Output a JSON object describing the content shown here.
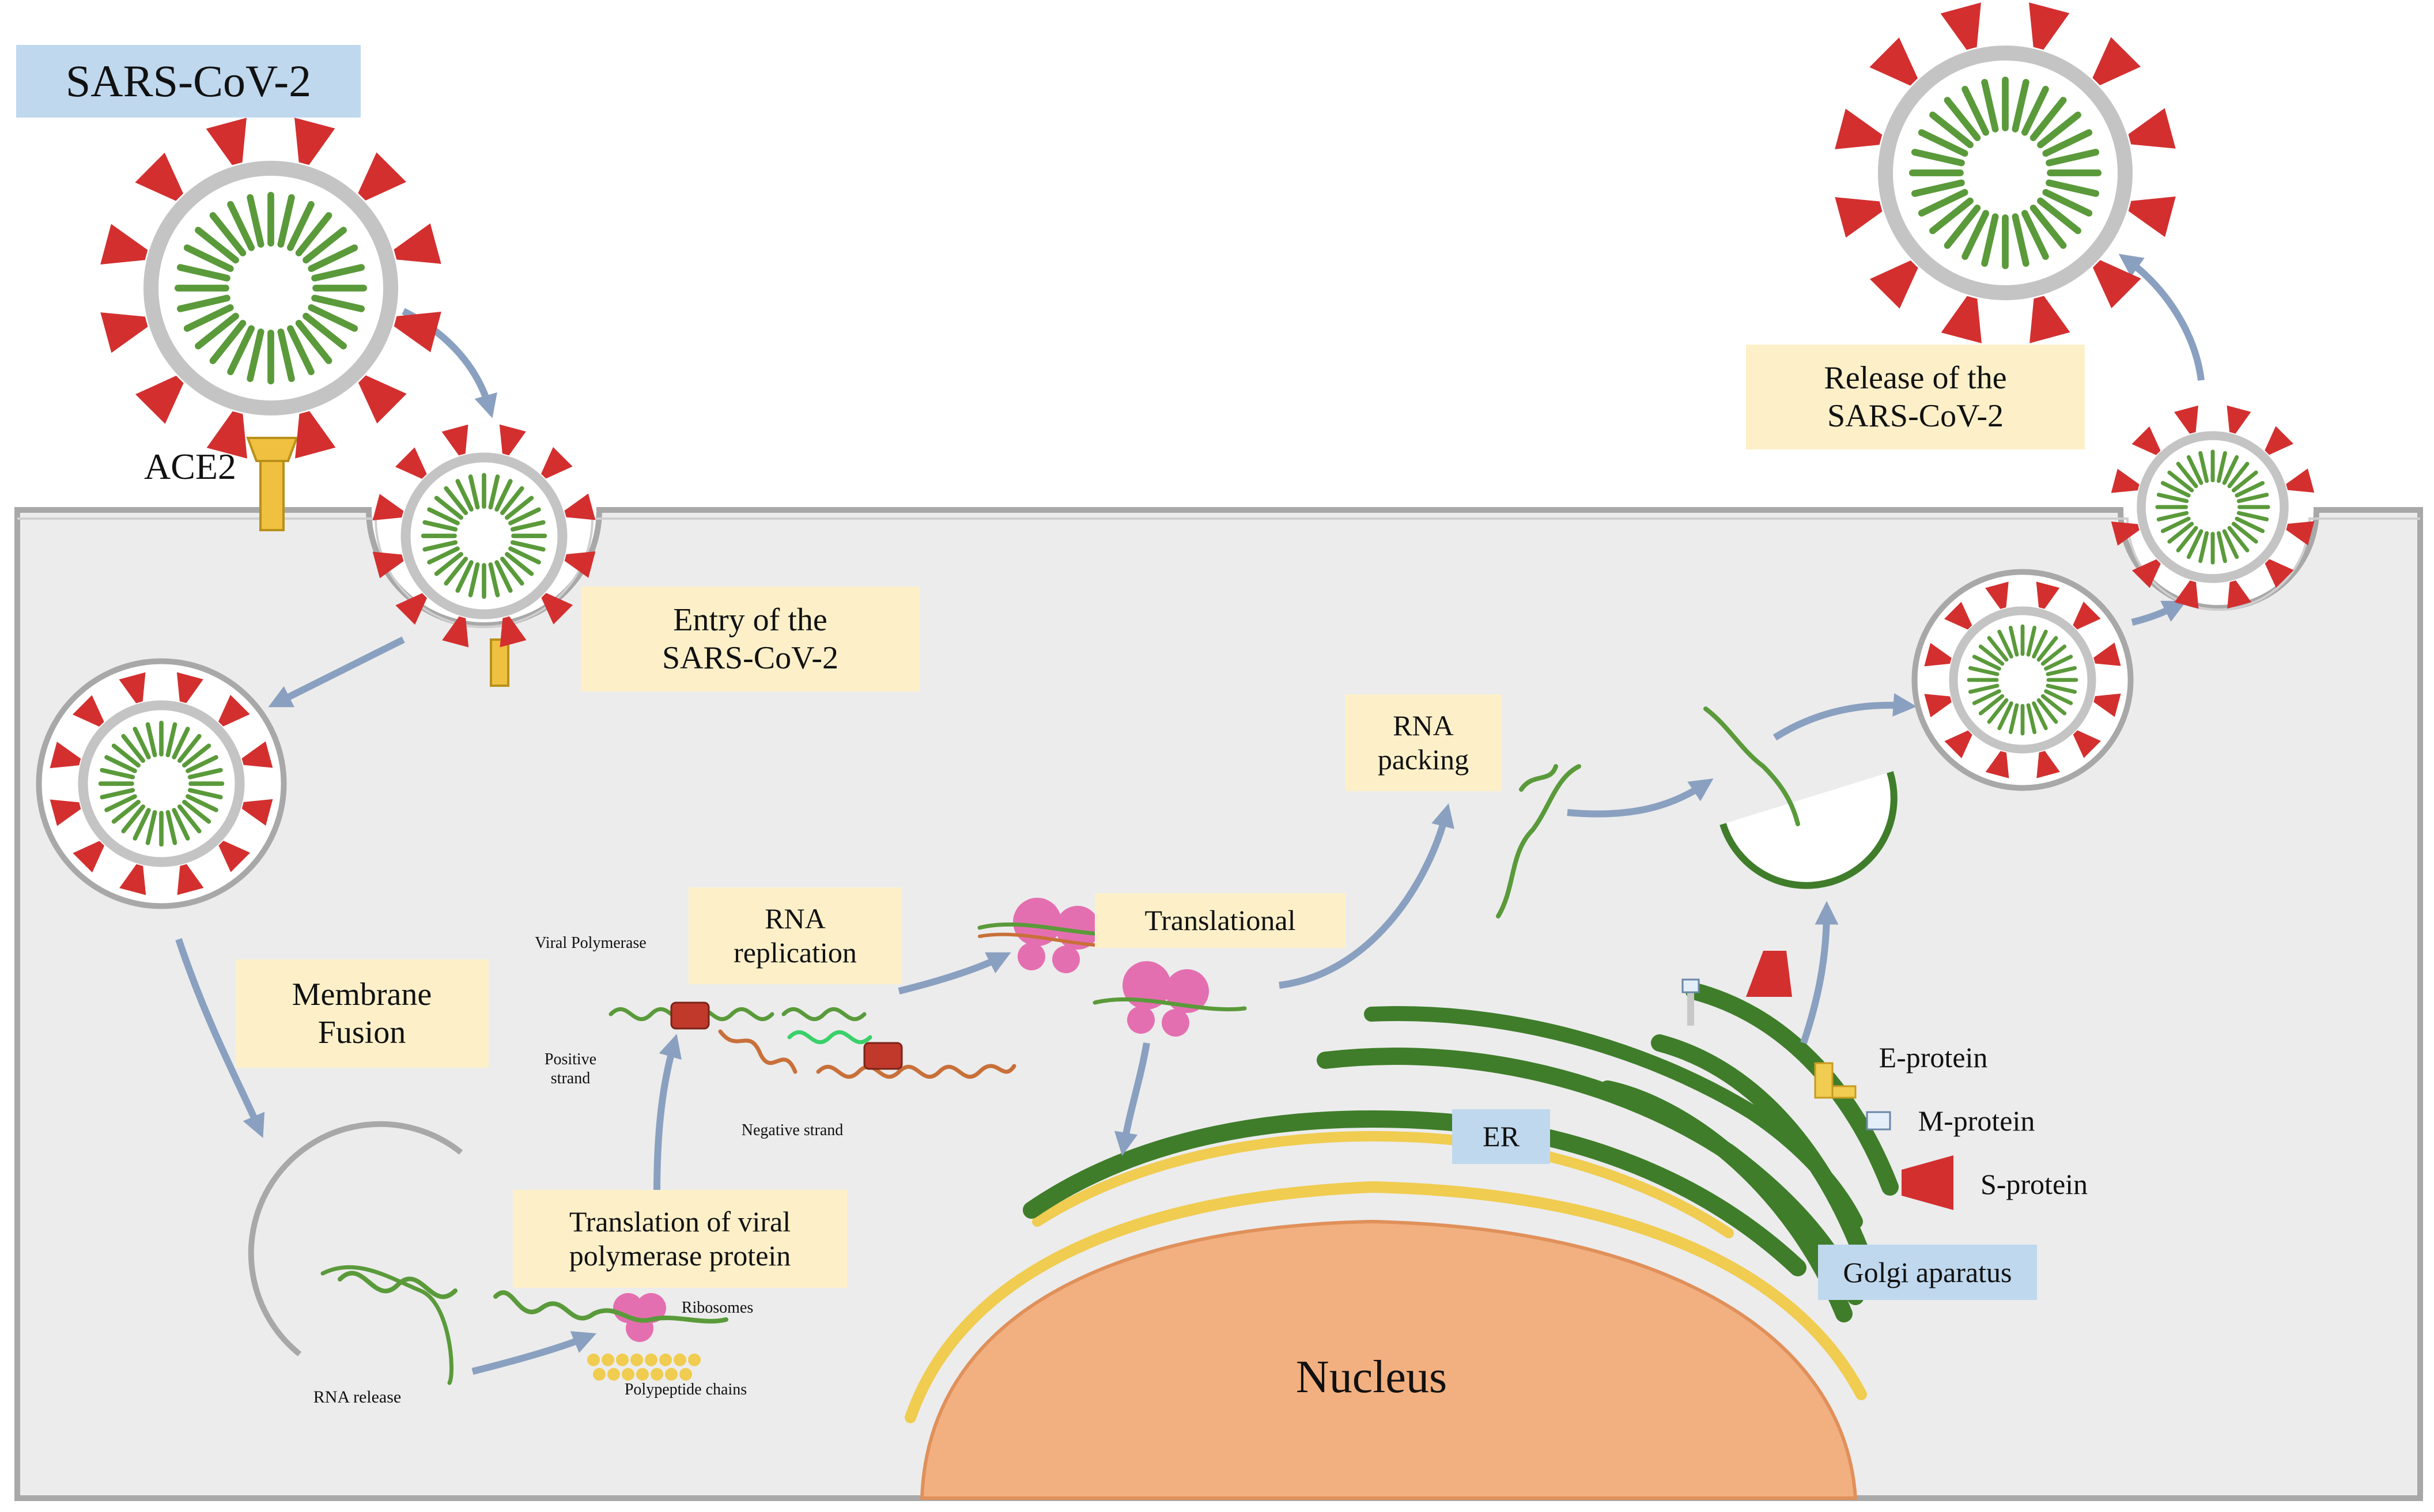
{
  "diagram": {
    "title": "SARS-CoV-2",
    "receptor_label": "ACE2",
    "steps": {
      "entry": "Entry of the\nSARS-CoV-2",
      "membrane_fusion": "Membrane\nFusion",
      "rna_release": "RNA release",
      "translation_polymerase": "Translation of viral\npolymerase protein",
      "rna_replication": "RNA\nreplication",
      "translational": "Translational",
      "rna_packing": "RNA\npacking",
      "release": "Release of the\nSARS-CoV-2"
    },
    "small_labels": {
      "viral_polymerase": "Viral Polymerase",
      "positive_strand": "Positive\nstrand",
      "negative_strand": "Negative strand",
      "ribosomes": "Ribosomes",
      "polypeptide_chains": "Polypeptide chains"
    },
    "organelles": {
      "nucleus": "Nucleus",
      "er": "ER",
      "golgi": "Golgi aparatus"
    },
    "proteins": {
      "e_protein": "E-protein",
      "m_protein": "M-protein",
      "s_protein": "S-protein"
    },
    "colors": {
      "cytoplasm": "#ececec",
      "membrane": "#a8a8a8",
      "spike": "#d32f2f",
      "rna": "#5a9a3a",
      "nucleus": "#f2b080",
      "er_green": "#3f7d2a",
      "er_yellow": "#f0cc50",
      "ribosome": "#e46fb0",
      "arrow": "#8aa0c0",
      "ace2": "#f0c040"
    }
  }
}
